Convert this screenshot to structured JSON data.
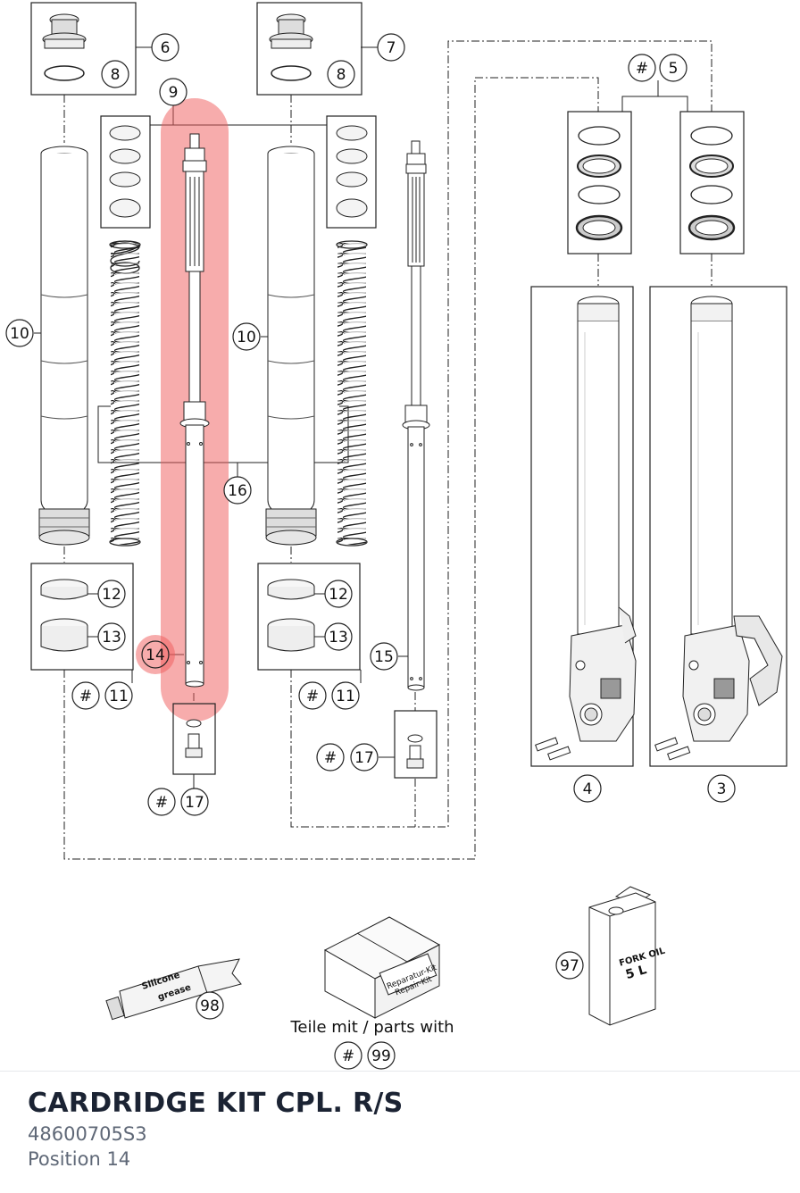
{
  "diagram": {
    "callouts": {
      "c3": "3",
      "c4": "4",
      "c5": "5",
      "c6": "6",
      "c7": "7",
      "c8a": "8",
      "c8b": "8",
      "c9": "9",
      "c10a": "10",
      "c10b": "10",
      "c11a": "11",
      "c11b": "11",
      "c12a": "12",
      "c12b": "12",
      "c13a": "13",
      "c13b": "13",
      "c14": "14",
      "c15": "15",
      "c16": "16",
      "c17a": "17",
      "c17b": "17",
      "c97": "97",
      "c98": "98",
      "c99": "99"
    },
    "hash_symbol": "#",
    "parts_note": "Teile mit / parts with",
    "grease_label_1": "Silicone",
    "grease_label_2": "grease",
    "kit_label_1": "Reparatur-Kit",
    "kit_label_2": "Repair-Kit",
    "oil_label_1": "FORK OIL",
    "oil_label_2": "5 L",
    "highlight_color": "#f05a5a"
  },
  "footer": {
    "title": "CARDRIDGE KIT CPL. R/S",
    "part_number": "48600705S3",
    "position": "Position 14"
  }
}
